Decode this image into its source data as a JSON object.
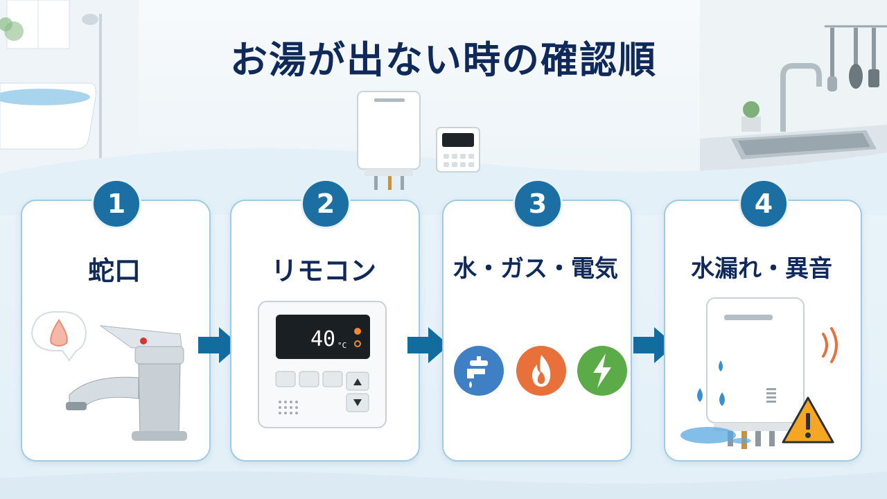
{
  "title": "お湯が出ない時の確認順",
  "steps": [
    {
      "number": "1",
      "label": "蛇口",
      "icon": "faucet-icon"
    },
    {
      "number": "2",
      "label": "リモコン",
      "icon": "remote-control-icon"
    },
    {
      "number": "3",
      "label": "水・ガス・電気",
      "icon": "utilities-icon"
    },
    {
      "number": "4",
      "label": "水漏れ・異音",
      "icon": "water-heater-leak-icon"
    }
  ],
  "remote_display": {
    "temperature": "40",
    "unit": "°C"
  },
  "colors": {
    "title": "#0f2a5a",
    "badge": "#1b6fa2",
    "card_border": "#9ccbe6",
    "water": "#3f7fc4",
    "gas": "#e8703a",
    "electric": "#5bab48",
    "warning": "#f5a623"
  }
}
